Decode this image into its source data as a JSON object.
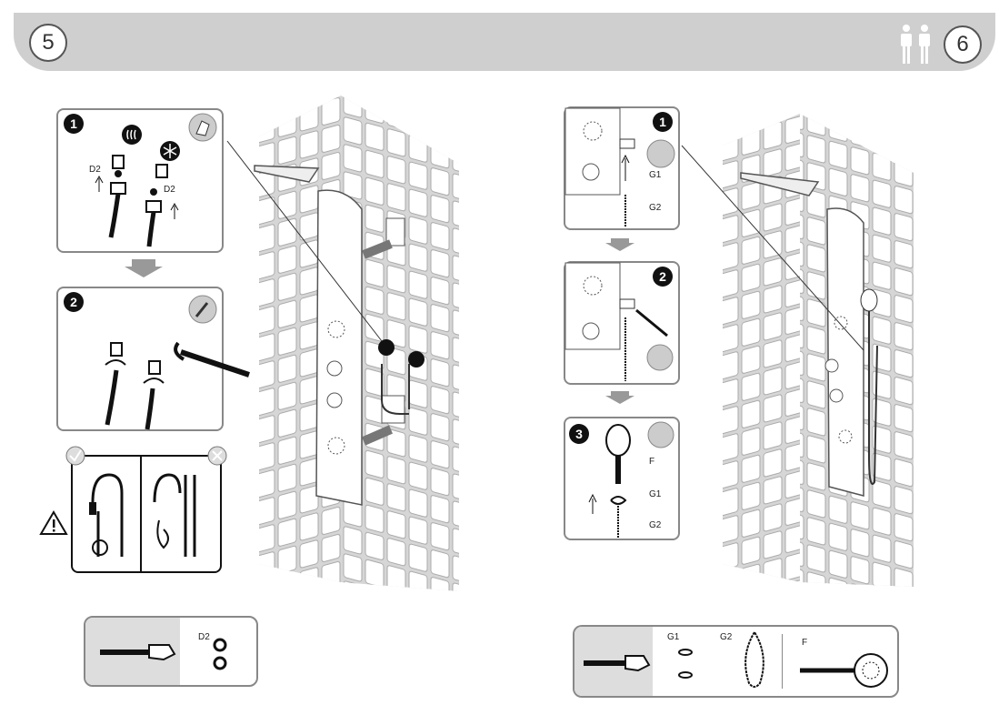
{
  "header": {
    "step_left": "5",
    "step_right": "6",
    "people_icon": "two-persons-icon"
  },
  "left": {
    "panel1": {
      "badge": "1",
      "label_d2_left": "D2",
      "label_d2_right": "D2"
    },
    "panel2": {
      "badge": "2"
    },
    "toolbox": {
      "label": "D2"
    }
  },
  "right": {
    "panel1": {
      "badge": "1",
      "label_g1": "G1",
      "label_g2": "G2"
    },
    "panel2": {
      "badge": "2"
    },
    "panel3": {
      "badge": "3",
      "label_f": "F",
      "label_g1": "G1",
      "label_g2": "G2"
    },
    "toolbox": {
      "label_g1": "G1",
      "label_g2": "G2",
      "label_f": "F"
    }
  }
}
